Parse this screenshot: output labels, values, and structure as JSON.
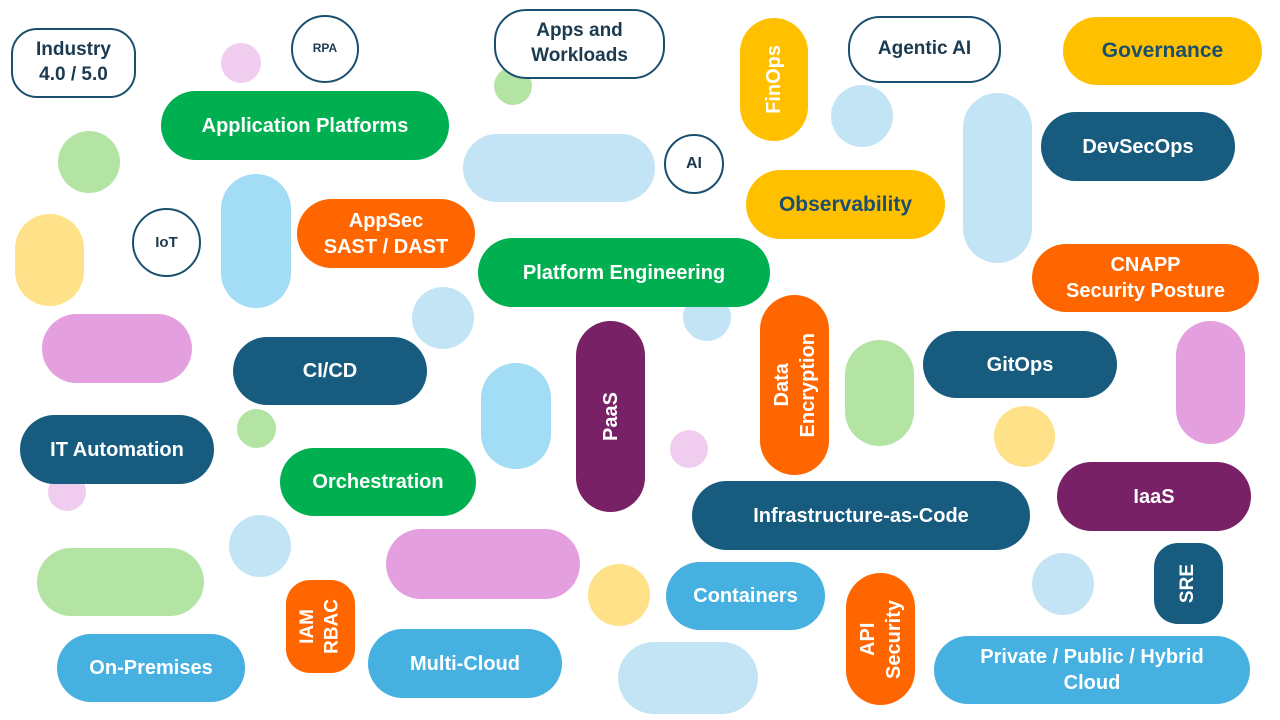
{
  "labels": {
    "industry": "Industry\n4.0 / 5.0",
    "rpa": "RPA",
    "apps_workloads": "Apps and\nWorkloads",
    "finops": "FinOps",
    "agentic_ai": "Agentic AI",
    "governance": "Governance",
    "application_platforms": "Application Platforms",
    "ai": "AI",
    "devsecops": "DevSecOps",
    "observability": "Observability",
    "iot": "IoT",
    "appsec": "AppSec\nSAST / DAST",
    "platform_engineering": "Platform Engineering",
    "cnapp": "CNAPP\nSecurity Posture",
    "paas": "PaaS",
    "data_encryption": "Data\nEncryption",
    "gitops": "GitOps",
    "cicd": "CI/CD",
    "it_automation": "IT Automation",
    "orchestration": "Orchestration",
    "iaas": "IaaS",
    "iac": "Infrastructure-as-Code",
    "sre": "SRE",
    "containers": "Containers",
    "iam_rbac": "IAM\nRBAC",
    "api_security": "API\nSecurity",
    "multi_cloud": "Multi-Cloud",
    "on_premises": "On-Premises",
    "hybrid_cloud": "Private / Public / Hybrid\nCloud"
  },
  "colors": {
    "green": "#00b050",
    "navy": "#175c7e",
    "orange": "#ff6600",
    "gold": "#ffc000",
    "purple": "#782167",
    "blue": "#46b0e0",
    "light_blue": "#c3e4f5",
    "sky": "#a2dcf5",
    "light_green": "#b3e4a4",
    "pink": "#e4a0de",
    "light_pink": "#f0cdee",
    "yellow": "#ffe189"
  }
}
